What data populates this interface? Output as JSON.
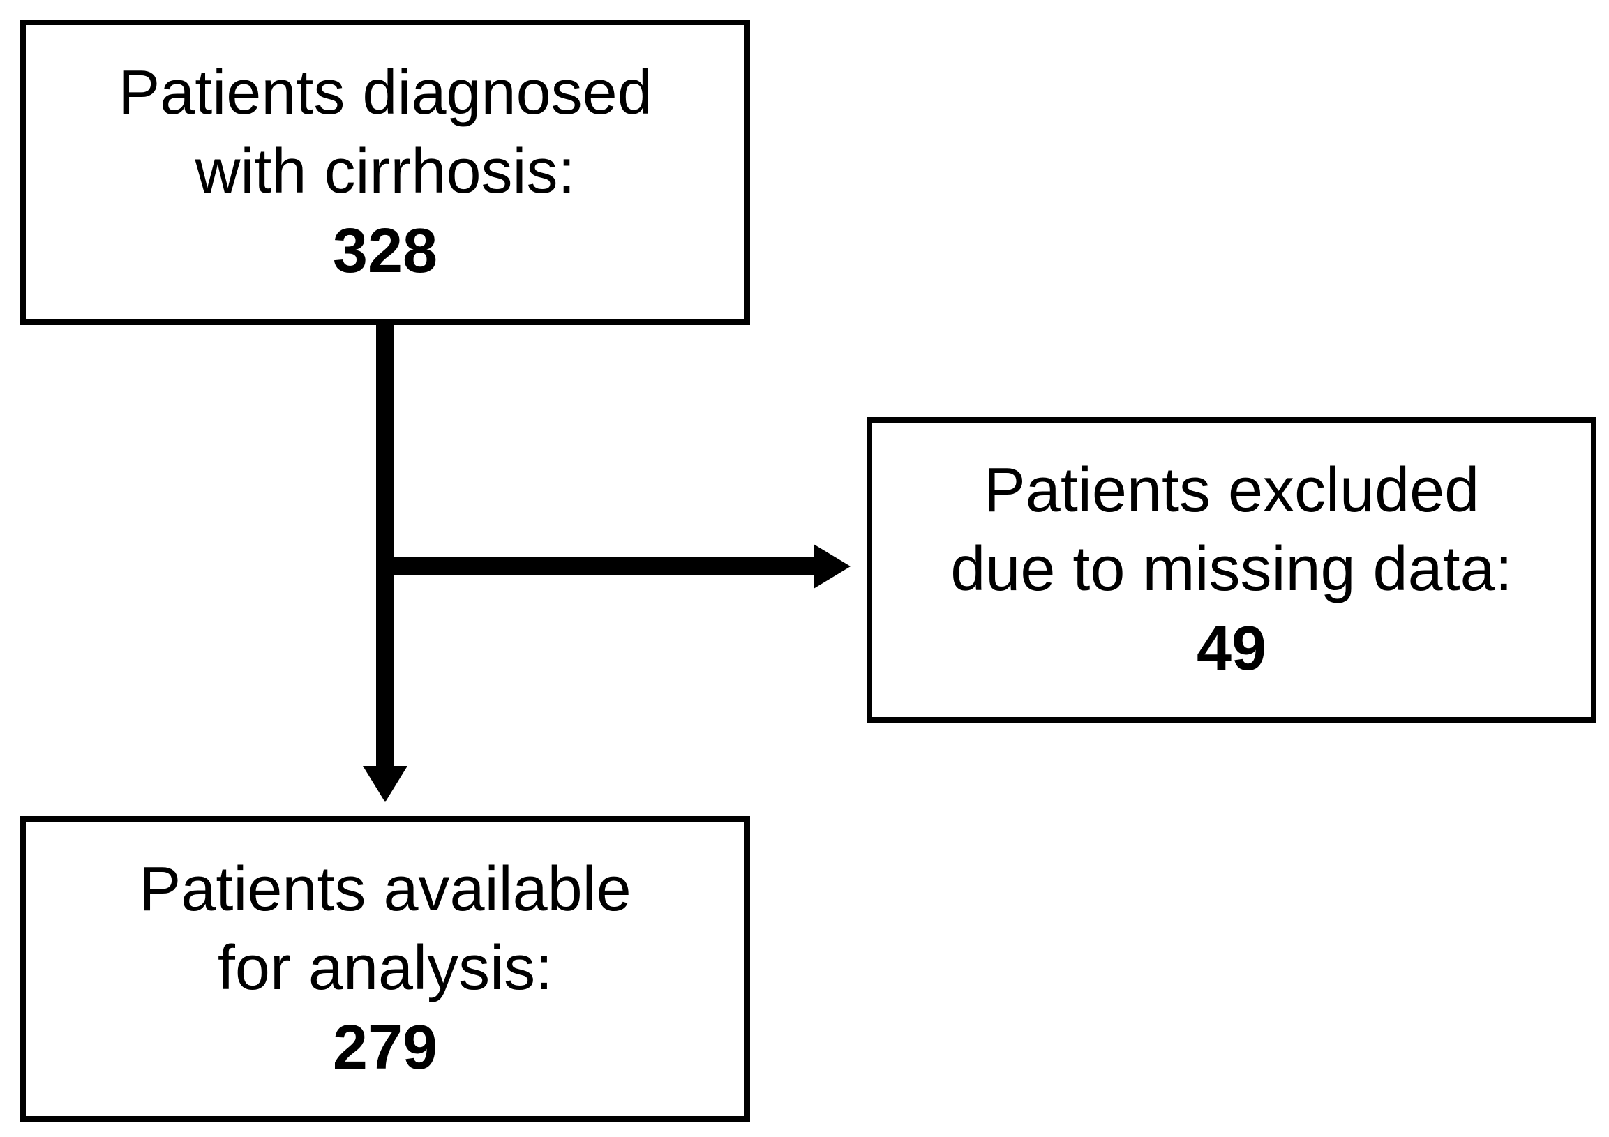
{
  "colors": {
    "background": "#ffffff",
    "line": "#000000",
    "text": "#000000"
  },
  "nodes": {
    "diagnosed": {
      "line1": "Patients diagnosed",
      "line2": "with cirrhosis:",
      "value": "328"
    },
    "excluded": {
      "line1": "Patients excluded",
      "line2": "due to missing data:",
      "value": "49"
    },
    "available": {
      "line1": "Patients available",
      "line2": "for analysis:",
      "value": "279"
    }
  }
}
